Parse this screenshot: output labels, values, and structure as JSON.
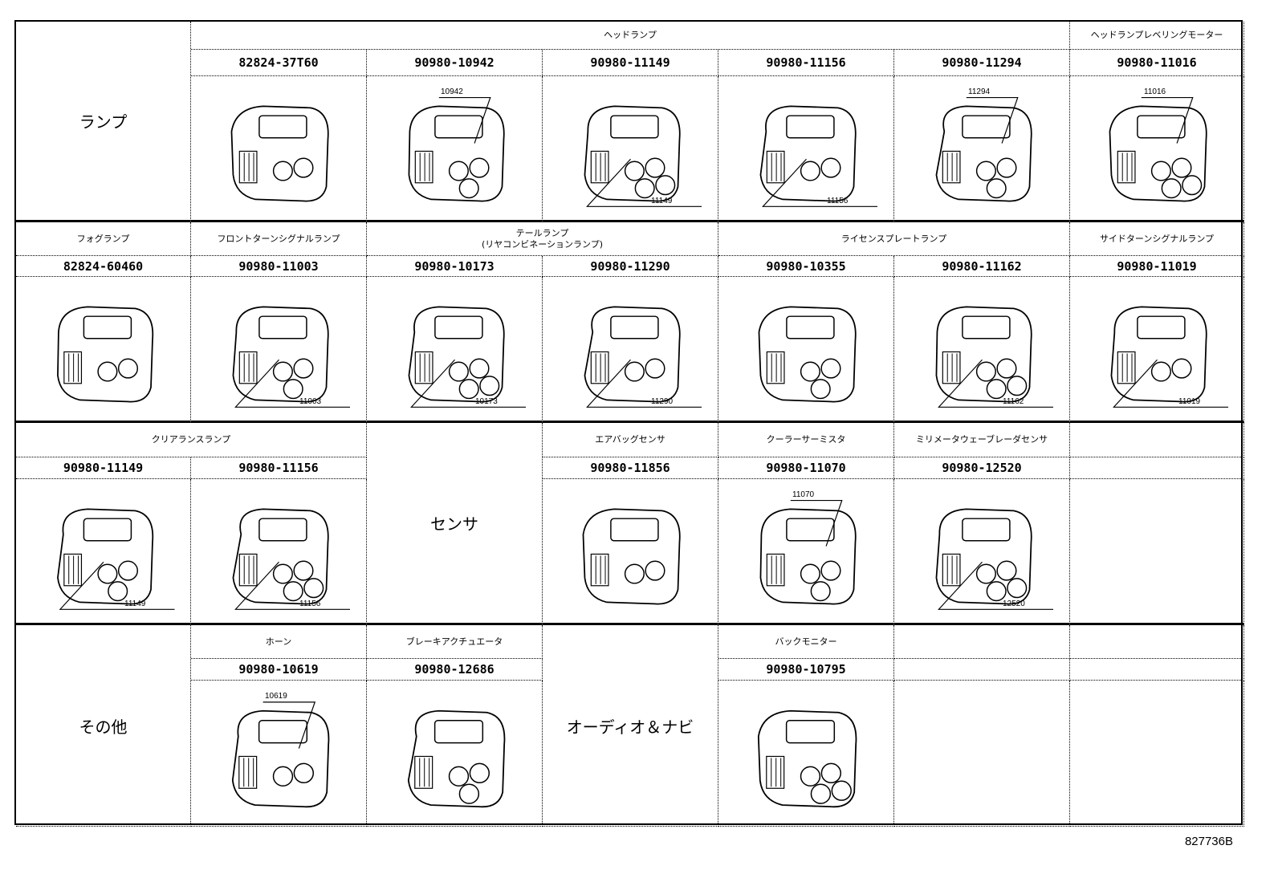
{
  "diagram_id": "827736B",
  "lamp": {
    "label": "ランプ",
    "headlamp": "ヘッドランプ",
    "leveling_motor": "ヘッドランプレベリングモーター",
    "parts": [
      {
        "number": "82824-37T60",
        "callout": ""
      },
      {
        "number": "90980-10942",
        "callout": "10942"
      },
      {
        "number": "90980-11149",
        "callout": "11149"
      },
      {
        "number": "90980-11156",
        "callout": "11156"
      },
      {
        "number": "90980-11294",
        "callout": "11294"
      },
      {
        "number": "90980-11016",
        "callout": "11016"
      }
    ],
    "fog": "フォグランプ",
    "front_turn": "フロントターンシグナルランプ",
    "tail": "テールランプ",
    "tail_sub": "(リヤコンビネーションランプ)",
    "license": "ライセンスプレートランプ",
    "side_turn": "サイドターンシグナルランプ",
    "parts2": [
      {
        "number": "82824-60460",
        "callout": ""
      },
      {
        "number": "90980-11003",
        "callout": "11003"
      },
      {
        "number": "90980-10173",
        "callout": "10173"
      },
      {
        "number": "90980-11290",
        "callout": "11290"
      },
      {
        "number": "90980-10355",
        "callout": ""
      },
      {
        "number": "90980-11162",
        "callout": "11162"
      },
      {
        "number": "90980-11019",
        "callout": "11019"
      }
    ],
    "clearance": "クリアランスランプ",
    "parts3": [
      {
        "number": "90980-11149",
        "callout": "11149"
      },
      {
        "number": "90980-11156",
        "callout": "11156"
      }
    ]
  },
  "sensor": {
    "label": "センサ",
    "airbag": "エアバッグセンサ",
    "cooler": "クーラーサーミスタ",
    "radar": "ミリメータウェーブレーダセンサ",
    "parts": [
      {
        "number": "90980-11856",
        "callout": ""
      },
      {
        "number": "90980-11070",
        "callout": "11070"
      },
      {
        "number": "90980-12520",
        "callout": "12520"
      }
    ]
  },
  "other": {
    "label": "その他",
    "horn": "ホーン",
    "brake": "ブレーキアクチュエータ",
    "audio_label": "オーディオ＆ナビ",
    "back_monitor": "バックモニター",
    "parts": [
      {
        "number": "90980-10619",
        "callout": "10619"
      },
      {
        "number": "90980-12686",
        "callout": ""
      },
      {
        "number": "90980-10795",
        "callout": ""
      }
    ]
  }
}
